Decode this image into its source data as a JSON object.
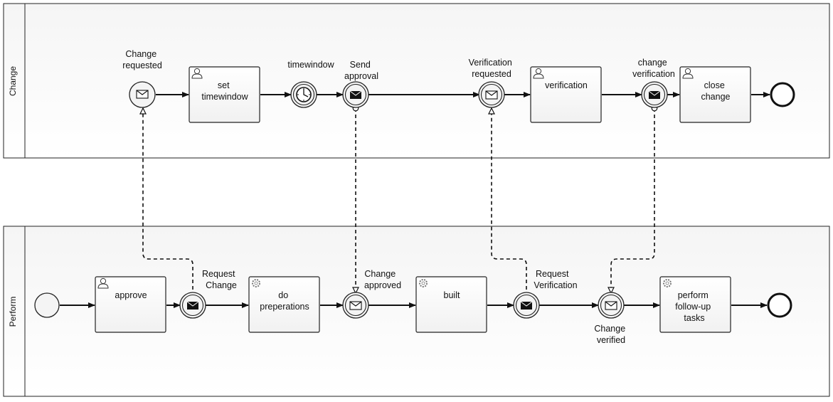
{
  "lanes": [
    {
      "id": "change",
      "label": "Change"
    },
    {
      "id": "perform",
      "label": "Perform"
    }
  ],
  "change": {
    "start_event": [
      "Change",
      "requested"
    ],
    "task_set_timewindow": [
      "set",
      "timewindow"
    ],
    "timer_event": [
      "timewindow"
    ],
    "send_approval": [
      "Send",
      "approval"
    ],
    "verification_requested": [
      "Verification",
      "requested"
    ],
    "task_verification": [
      "verification"
    ],
    "change_verification": [
      "change",
      "verification"
    ],
    "task_close_change": [
      "close",
      "change"
    ]
  },
  "perform": {
    "task_approve": [
      "approve"
    ],
    "request_change": [
      "Request",
      "Change"
    ],
    "task_do_preperations": [
      "do",
      "preperations"
    ],
    "change_approved": [
      "Change",
      "approved"
    ],
    "task_built": [
      "built"
    ],
    "request_verification": [
      "Request",
      "Verification"
    ],
    "change_verified": [
      "Change",
      "verified"
    ],
    "task_follow_up": [
      "perform",
      "follow-up",
      "tasks"
    ]
  },
  "icons": {
    "user_task": "user-icon",
    "service_task": "gear-icon",
    "message": "envelope-icon",
    "timer": "clock-icon"
  }
}
